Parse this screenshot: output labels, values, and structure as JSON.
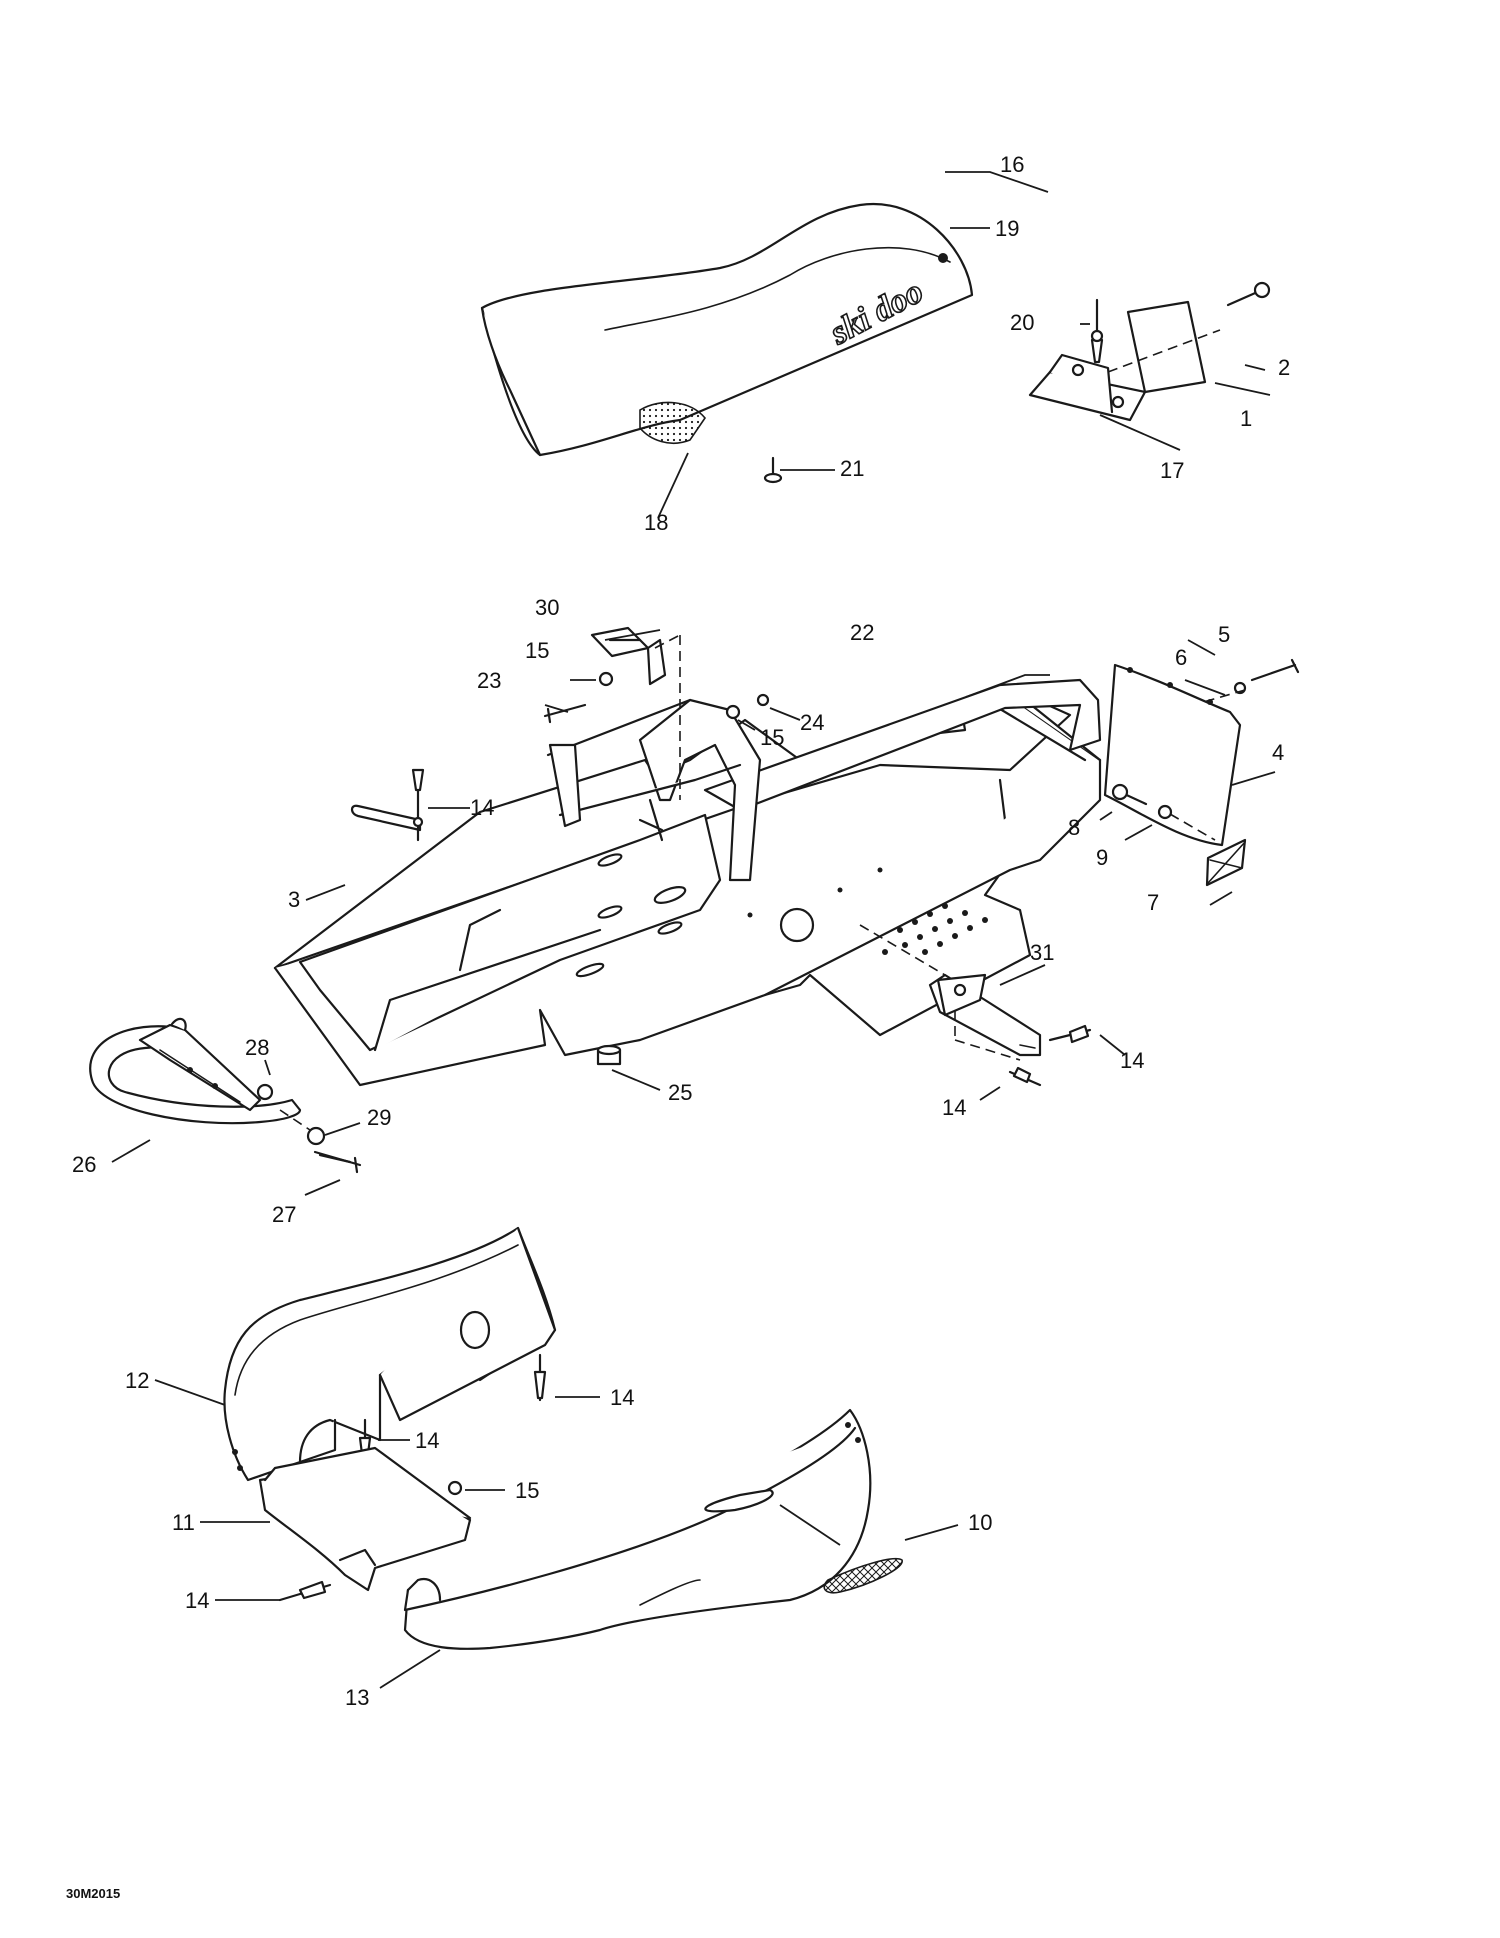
{
  "diagram": {
    "brand_logo": "ski doo",
    "reference_code": "30M2015",
    "callouts": [
      "1",
      "2",
      "3",
      "4",
      "5",
      "6",
      "7",
      "8",
      "9",
      "10",
      "11",
      "12",
      "13",
      "14",
      "15",
      "16",
      "17",
      "18",
      "19",
      "20",
      "21",
      "22",
      "23",
      "24",
      "25",
      "26",
      "27",
      "28",
      "29",
      "30",
      "31"
    ]
  }
}
